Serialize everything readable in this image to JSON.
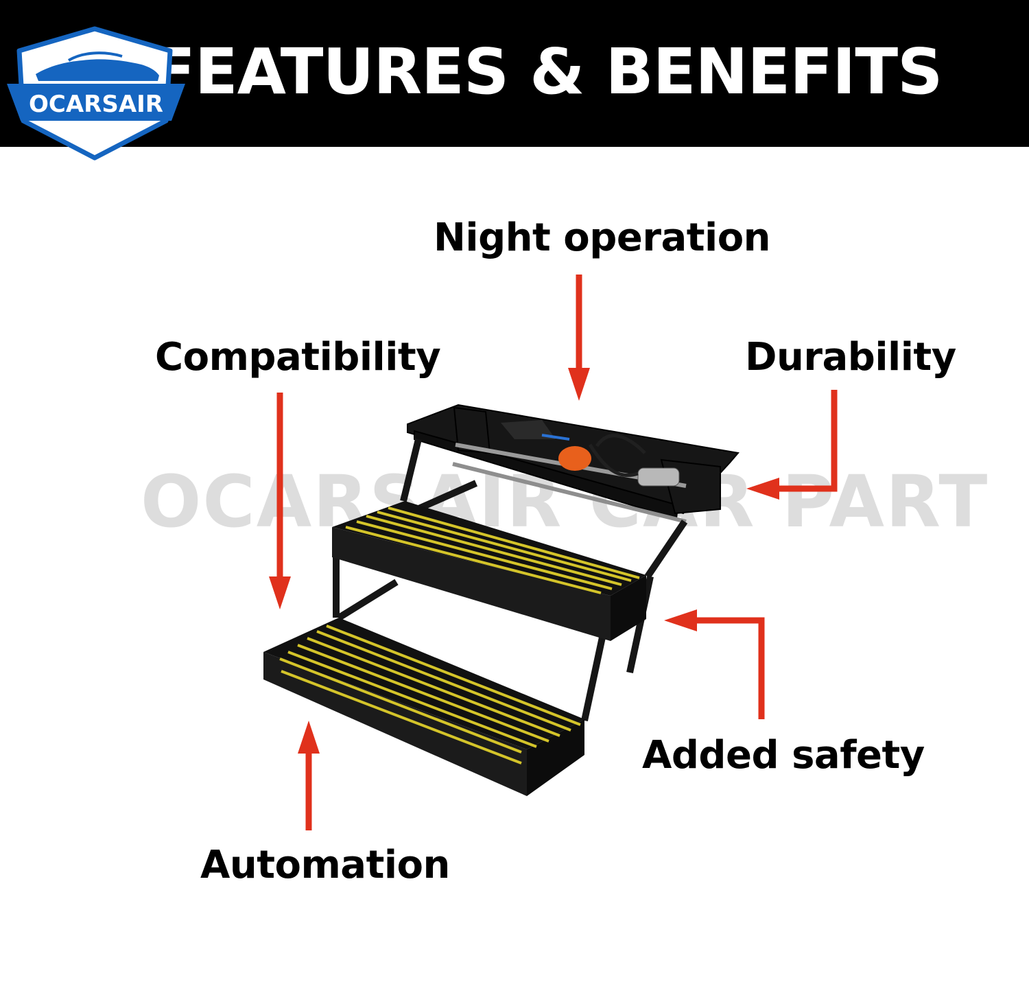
{
  "banner": {
    "title": "FEATURES & BENEFITS",
    "background": "#000000",
    "text_color": "#ffffff"
  },
  "logo": {
    "text": "OCARSAIR",
    "color": "#1565c0"
  },
  "watermark": {
    "text": "OCARSAIR CAR PART"
  },
  "callouts": {
    "night_operation": "Night operation",
    "compatibility": "Compatibility",
    "durability": "Durability",
    "added_safety": "Added safety",
    "automation": "Automation"
  },
  "colors": {
    "arrow": "#e0311c",
    "step_stripe": "#d4c42a",
    "step_frame": "#151515"
  },
  "icons": {
    "car": "car-silhouette-icon",
    "arrow": "arrow-icon"
  }
}
